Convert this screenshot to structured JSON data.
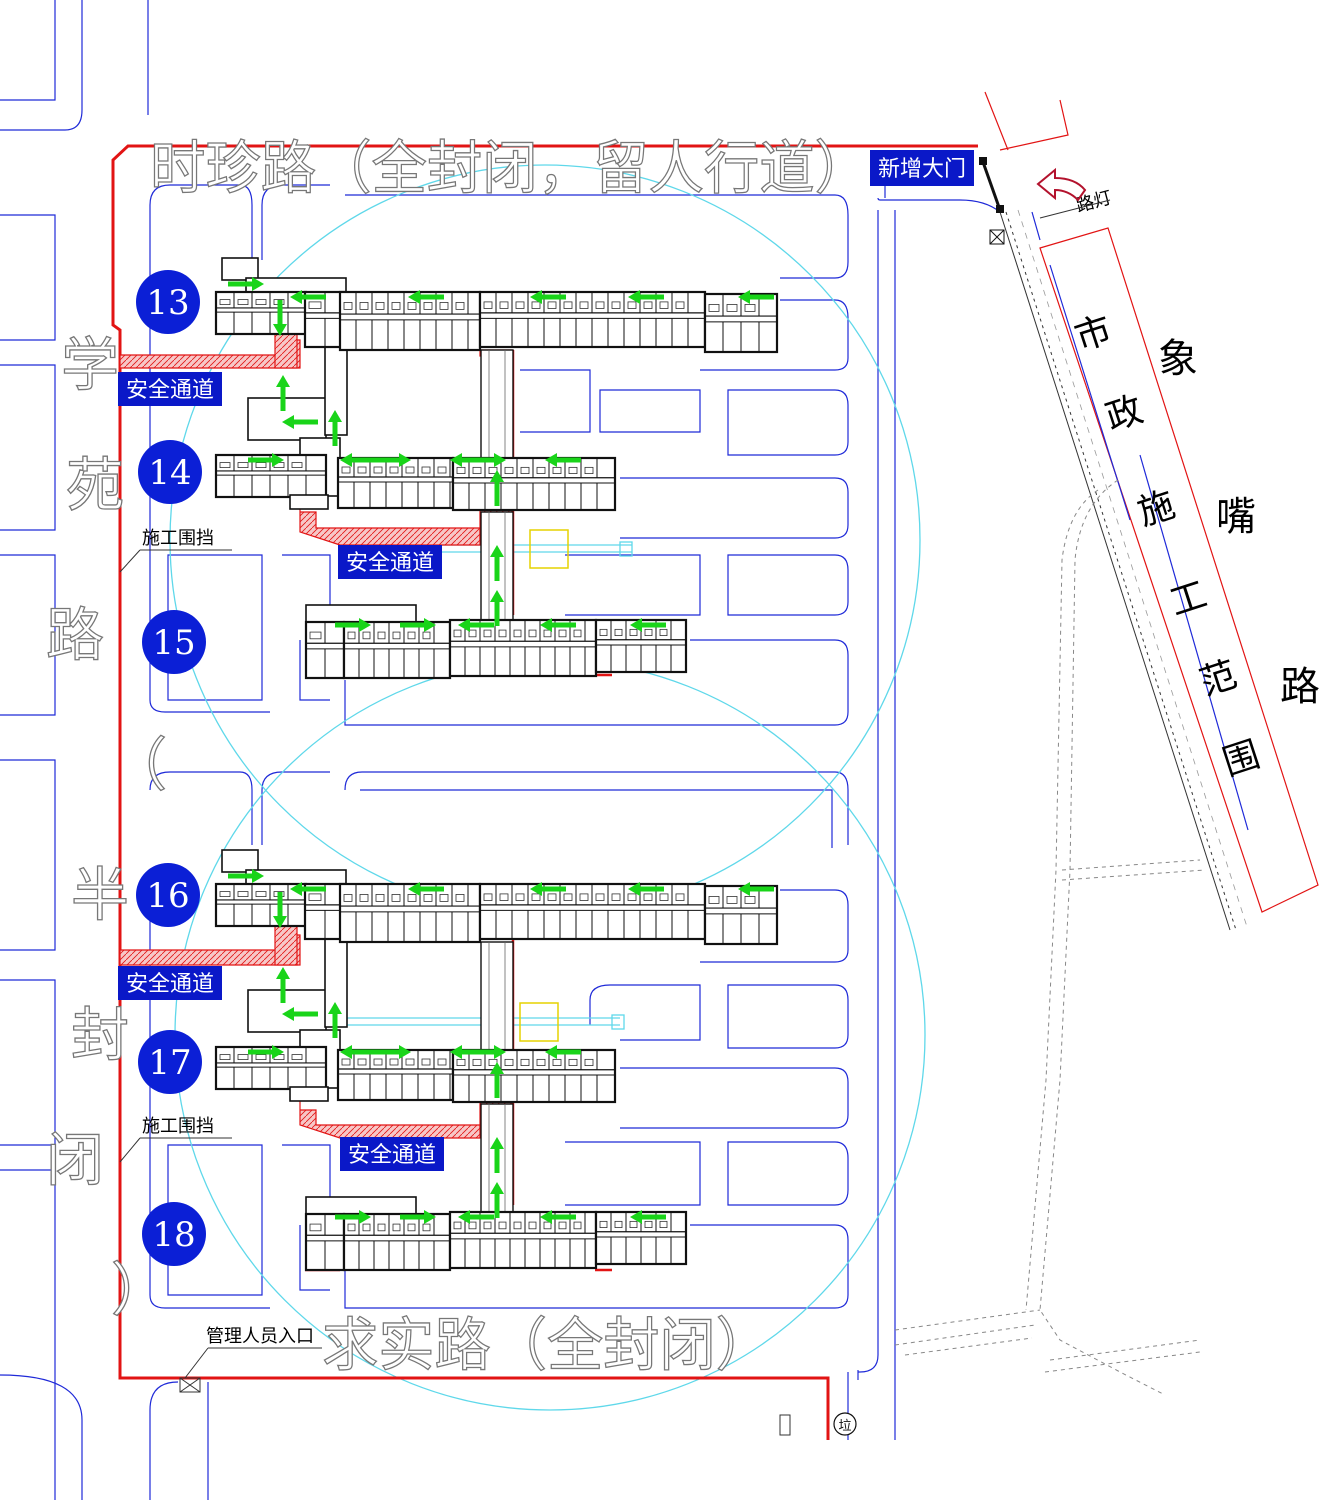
{
  "roads": {
    "top": "时珍路（全封闭，留人行道）",
    "bottom": "求实路（全封闭）",
    "left_chars": [
      "学",
      "苑",
      "路",
      "（",
      "半",
      "封",
      "闭",
      "）"
    ],
    "right_chars": [
      "象",
      "嘴",
      "路"
    ]
  },
  "labels": {
    "new_gate": "新增大门",
    "street_lamp": "路灯",
    "safety_passage": "安全通道",
    "construction_fence": "施工围挡",
    "manager_entrance": "管理人员入口",
    "trash_symbol": "垃",
    "municipal_scope_chars": [
      "市",
      "政",
      "施",
      "工",
      "范",
      "围"
    ]
  },
  "buildings": [
    "13",
    "14",
    "15",
    "16",
    "17",
    "18"
  ],
  "colors": {
    "fence_red": "#e21414",
    "road_blue": "#1f2ad8",
    "badge_blue": "#0b1fd6",
    "label_blue": "#0a18c8",
    "arrow_green": "#19d419",
    "crane_cyan": "#5fd8ea",
    "hatch_red": "#f4b5b5"
  }
}
